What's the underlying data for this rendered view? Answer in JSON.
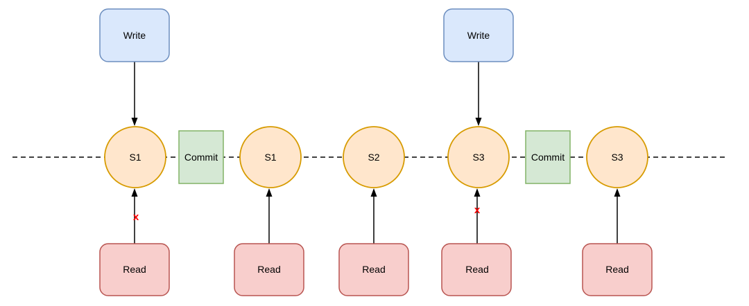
{
  "diagram": {
    "states": [
      "S1",
      "S1",
      "S2",
      "S3",
      "S3"
    ],
    "write_label": "Write",
    "read_label": "Read",
    "commit_label": "Commit",
    "fail_marker": "x",
    "colors": {
      "state_fill": "#ffe6cc",
      "state_stroke": "#d79b00",
      "write_fill": "#dae8fc",
      "write_stroke": "#6c8ebf",
      "read_fill": "#f8cecc",
      "read_stroke": "#b85450",
      "commit_fill": "#d5e8d4",
      "commit_stroke": "#82b366",
      "line": "#000000",
      "fail": "#ff0000",
      "text": "#000000"
    }
  }
}
